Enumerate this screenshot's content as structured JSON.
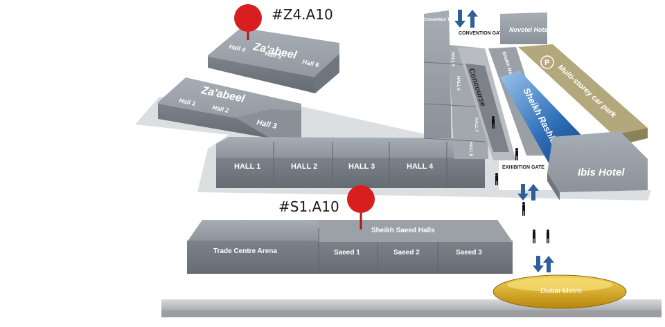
{
  "pins": [
    {
      "label": "#Z4.A10",
      "color": "#d81e1e"
    },
    {
      "label": "#S1.A10",
      "color": "#d81e1e"
    }
  ],
  "zaabeel_upper": {
    "title": "Za'abeel",
    "halls": [
      "Hall 4",
      "Hall 5",
      "Hall 6"
    ]
  },
  "zaabeel_lower": {
    "title": "Za'abeel",
    "halls": [
      "Hall 1",
      "Hall 2",
      "Hall 3"
    ]
  },
  "main_halls": [
    "HALL 1",
    "HALL 2",
    "HALL 3",
    "HALL 4"
  ],
  "right_complex": {
    "convention_tower": "Convention Tower",
    "convention_gate": "CONVENTION GATE",
    "novotel": "Novotel Hotel",
    "sheikh_maktoum": "Sheikh Maktoum Hall",
    "multi_storey": "Multi-storey car park",
    "parking_symbol": "P",
    "concourse": "Concourse",
    "rashid_hall": "Sheikh Rashid Hall",
    "exhibition_gate": "EXHIBITION GATE",
    "ibis": "Ibis Hotel",
    "hall_side_labels": [
      "HALL 5",
      "HALL 6",
      "HALL 7",
      "HALL 8"
    ]
  },
  "saeed_block": {
    "title": "Sheikh Saeed Halls",
    "arena": "Trade Centre Arena",
    "halls": [
      "Saeed 1",
      "Saeed 2",
      "Saeed 3"
    ]
  },
  "metro": {
    "label": "Dubai Metro"
  },
  "colors": {
    "building": "#8e949b",
    "building_dark": "#6f757c",
    "rashid_blue": "#2f6fb8",
    "car_park": "#b3a77c",
    "pin_red": "#d81e1e",
    "metro_gold": "#e0b12a"
  }
}
